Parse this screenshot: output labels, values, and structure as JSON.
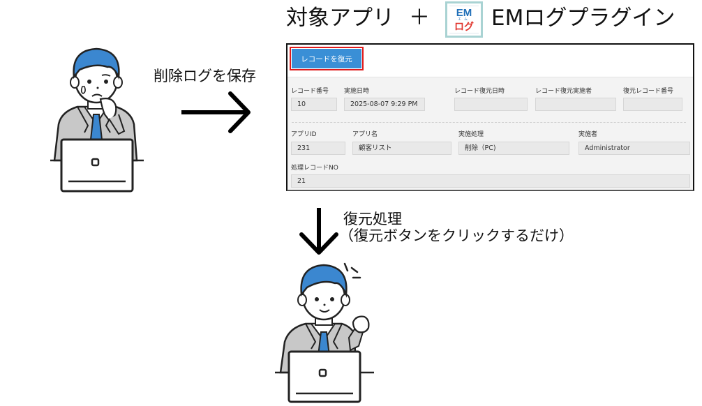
{
  "header": {
    "target_app": "対象アプリ",
    "plus": "＋",
    "plugin_logo": {
      "top": "EM",
      "ruby": "エム",
      "bottom": "ログ",
      "colors": {
        "em": "#1f6fb8",
        "log": "#e0322a",
        "border": "#a9d3d3"
      }
    },
    "plugin_name": "EMログプラグイン"
  },
  "flow": {
    "step1_caption": "削除ログを保存",
    "step2_caption_line1": "復元処理",
    "step2_caption_line2": "（復元ボタンをクリックするだけ）",
    "arrow_right_icon": "arrow-right",
    "arrow_down_icon": "arrow-down"
  },
  "characters": {
    "worried": {
      "name": "worried-businessman-with-laptop",
      "hair_color": "#3b87d0",
      "tie_color": "#3b87d0",
      "suit_color": "#c8c8c8"
    },
    "happy": {
      "name": "happy-businessman-with-laptop",
      "hair_color": "#3b87d0",
      "tie_color": "#3b87d0",
      "suit_color": "#c8c8c8"
    }
  },
  "record_panel": {
    "restore_button": {
      "label": "レコードを復元",
      "color": "#3a8fd6",
      "highlight": "#e01a1a"
    },
    "row1": [
      {
        "label": "レコード番号",
        "value": "10"
      },
      {
        "label": "実施日時",
        "value": "2025-08-07 9:29 PM"
      },
      {
        "label": "レコード復元日時",
        "value": ""
      },
      {
        "label": "レコード復元実施者",
        "value": ""
      },
      {
        "label": "復元レコード番号",
        "value": ""
      }
    ],
    "row2": [
      {
        "label": "アプリID",
        "value": "231"
      },
      {
        "label": "アプリ名",
        "value": "顧客リスト"
      },
      {
        "label": "実施処理",
        "value": "削除（PC)"
      },
      {
        "label": "実施者",
        "value": "Administrator"
      }
    ],
    "row3": [
      {
        "label": "処理レコードNO",
        "value": "21"
      }
    ]
  }
}
